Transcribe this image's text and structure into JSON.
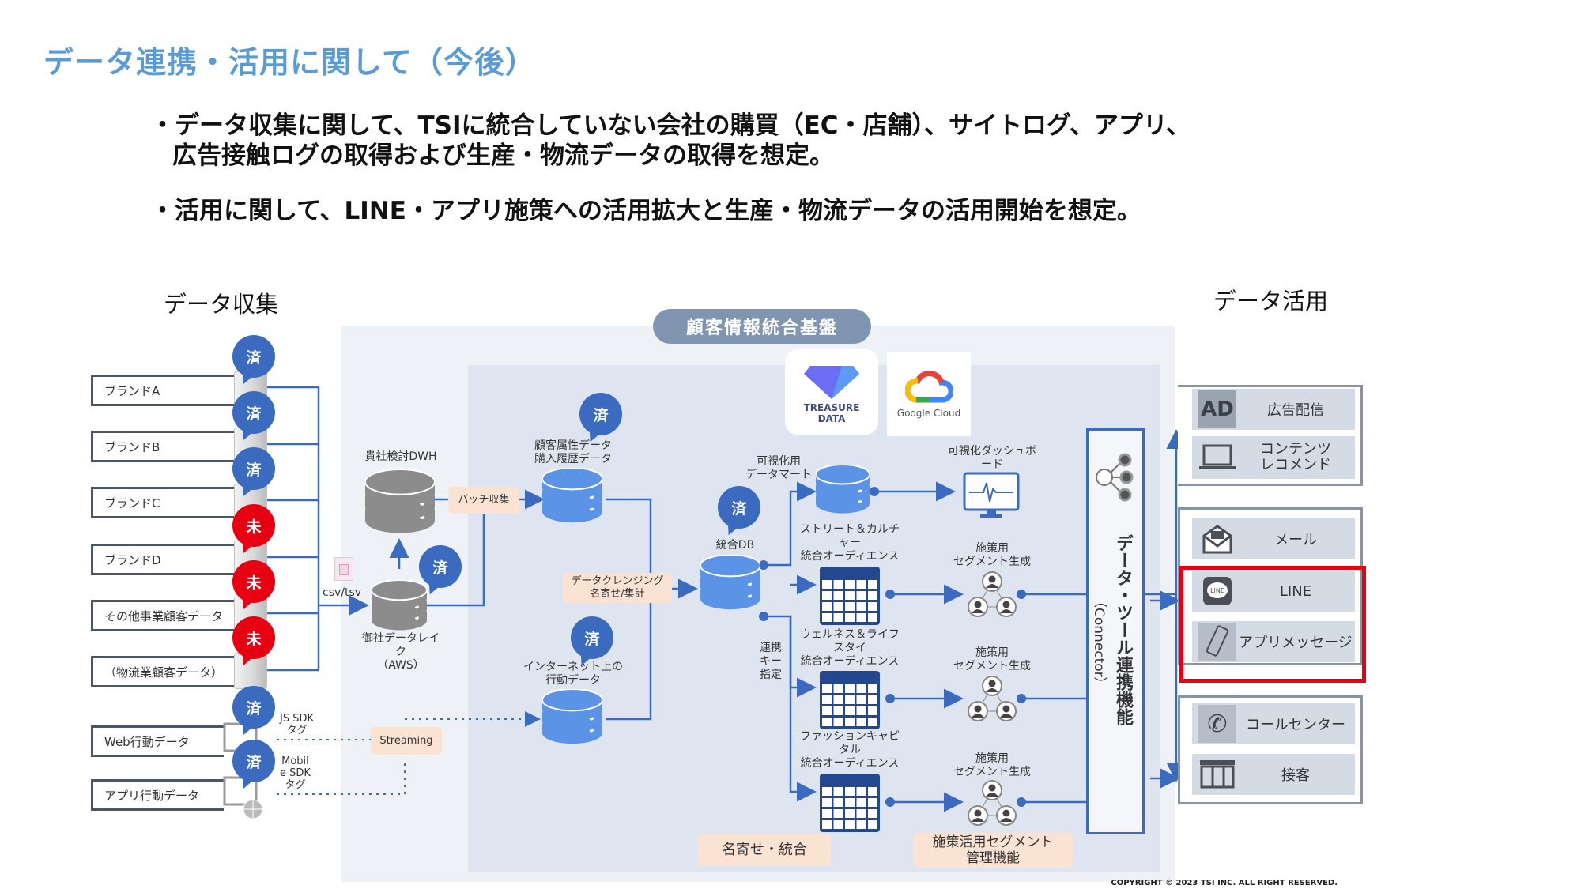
{
  "page": {
    "title": "データ連携・活用に関して（今後）",
    "bullets": [
      {
        "line1": "・データ収集に関して、TSIに統合していない会社の購買（EC・店舗）、サイトログ、アプリ、",
        "line2": "広告接触ログの取得および生産・物流データの取得を想定。"
      },
      {
        "prefix": "・活用に関して、",
        "bold": "LINE・アプリ施策への活用拡大と生産・物流データ",
        "suffix": "の活用開始を想定。"
      }
    ],
    "copyright": "COPYRIGHT © 2023 TSI INC. ALL RIGHT RESERVED."
  },
  "collection": {
    "heading": "データ収集",
    "sources": [
      {
        "label": "ブランドA",
        "status": "済",
        "state": "done",
        "icon": "server-icon"
      },
      {
        "label": "ブランドB",
        "status": "済",
        "state": "done",
        "icon": "server-icon"
      },
      {
        "label": "ブランドC",
        "status": "済",
        "state": "done",
        "icon": "server-icon"
      },
      {
        "label": "ブランドD",
        "status": "未",
        "state": "todo",
        "icon": "server-icon"
      },
      {
        "label": "その他事業顧客データ",
        "status": "未",
        "state": "todo",
        "icon": "server-icon"
      },
      {
        "label": "（物流業顧客データ）",
        "status": "未",
        "state": "todo",
        "icon": "server-icon"
      },
      {
        "label": "Web行動データ",
        "status": "済",
        "state": "done",
        "icon": "browser-globe-icon",
        "sdk": "JS SDK\nタグ"
      },
      {
        "label": "アプリ行動データ",
        "status": "済",
        "state": "done",
        "icon": "browser-globe-icon",
        "sdk": "Mobil\ne SDK\nタグ"
      }
    ],
    "csv_label": "csv/tsv",
    "streaming_label": "Streaming"
  },
  "platform": {
    "title": "顧客情報統合基盤",
    "logos": [
      {
        "name": "treasure-data-logo",
        "text": "TREASURE\nDATA"
      },
      {
        "name": "google-cloud-logo",
        "text": "Google Cloud"
      }
    ],
    "dwh_label": "貴社検討DWH",
    "lake_label": "御社データレイク\n（AWS）",
    "lake_status": "済",
    "batch_label": "バッチ収集",
    "customer_db_label": "顧客属性データ\n購入履歴データ",
    "customer_db_status": "済",
    "behavior_db_label": "インターネット上の\n行動データ",
    "behavior_db_status": "済",
    "cleansing_label": "データクレンジング\n名寄せ/集計",
    "integrated_db_label": "統合DB",
    "integrated_db_status": "済",
    "key_label": "連携\nキー\n指定",
    "datamart_label": "可視化用\nデータマート",
    "dashboard_label": "可視化ダッシュボード",
    "audiences": [
      "ストリート＆カルチャー\n統合オーディエンス",
      "ウェルネス＆ライフスタイ\n統合オーディエンス",
      "ファッションキャピタル\n統合オーディエンス"
    ],
    "segment_label": "施策用\nセグメント生成",
    "merge_tag": "名寄せ・統合",
    "segment_tag": "施策活用セグメント\n管理機能",
    "connector_label": "データ・ツール連携機能",
    "connector_sub": "（Connector）"
  },
  "utilization": {
    "heading": "データ活用",
    "groups": [
      {
        "items": [
          {
            "label": "広告配信",
            "icon": "ad-icon"
          },
          {
            "label": "コンテンツ\nレコメンド",
            "icon": "laptop-icon"
          }
        ]
      },
      {
        "items": [
          {
            "label": "メール",
            "icon": "mail-icon"
          }
        ]
      },
      {
        "highlighted": true,
        "items": [
          {
            "label": "LINE",
            "icon": "line-icon"
          },
          {
            "label": "アプリメッセージ",
            "icon": "smartphone-icon"
          }
        ]
      },
      {
        "items": [
          {
            "label": "コールセンター",
            "icon": "phone-icon"
          },
          {
            "label": "接客",
            "icon": "store-icon"
          }
        ]
      }
    ],
    "highlight_color": "#e60012"
  },
  "colors": {
    "title": "#5b9bd5",
    "done_badge": "#3a6bbf",
    "todo_badge": "#e60012",
    "line": "#3a6bbf",
    "db_blue": "#5b93e6",
    "db_gray": "#8c8c8c",
    "tag_bg": "#fbe3d3"
  }
}
